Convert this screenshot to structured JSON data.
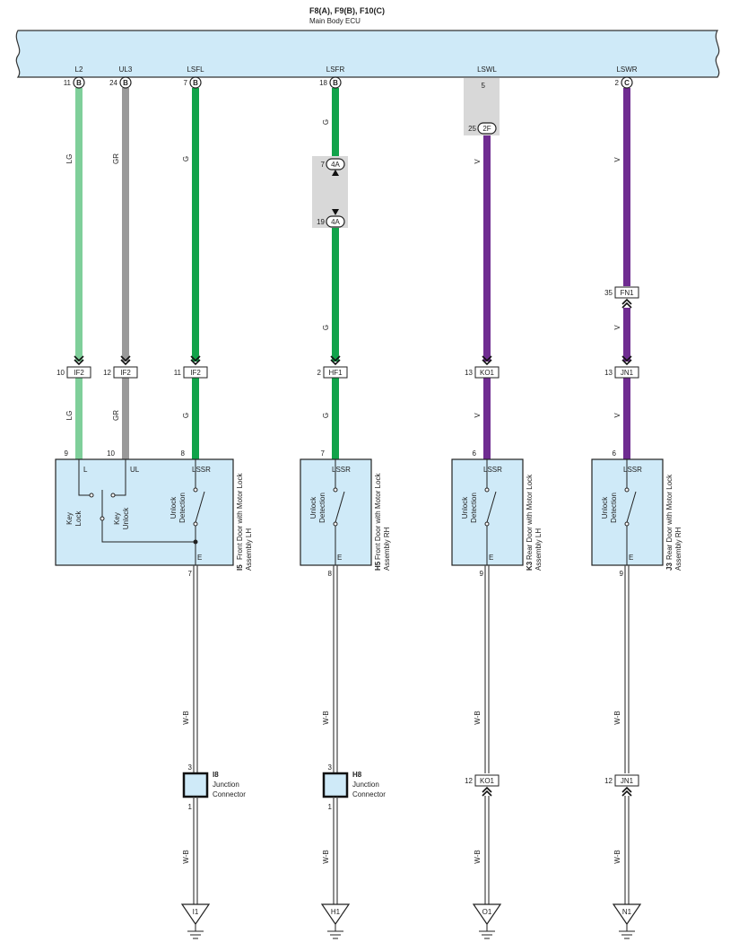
{
  "ecu": {
    "connectors": "F8(A), F9(B), F10(C)",
    "name": "Main Body ECU"
  },
  "colors": {
    "ecu_fill": "#cfeaf8",
    "component_fill": "#cfeaf8",
    "connector_shade": "#d8d8d8",
    "wire_LG": "#7fcf9a",
    "wire_GR": "#999999",
    "wire_G": "#11a34a",
    "wire_V": "#6f2c91",
    "wire_WB": "#444444"
  },
  "circuits": [
    {
      "id": "L2",
      "signal": "L2",
      "ecu_pin": "11",
      "ecu_conn": "B",
      "color_upper": "LG",
      "color_lower": "LG",
      "junction": {
        "pin": "10",
        "name": "IF2"
      },
      "comp_pin": "9"
    },
    {
      "id": "UL3",
      "signal": "UL3",
      "ecu_pin": "24",
      "ecu_conn": "B",
      "color_upper": "GR",
      "color_lower": "GR",
      "junction": {
        "pin": "12",
        "name": "IF2"
      },
      "comp_pin": "10"
    },
    {
      "id": "LSFL",
      "signal": "LSFL",
      "ecu_pin": "7",
      "ecu_conn": "B",
      "color_upper": "G",
      "color_lower": "G",
      "junction": {
        "pin": "11",
        "name": "IF2"
      },
      "comp_pin": "8"
    },
    {
      "id": "LSFR",
      "signal": "LSFR",
      "ecu_pin": "18",
      "ecu_conn": "B",
      "color_upper": "G",
      "color_mid": "G",
      "color_lower": "G",
      "inline": {
        "top_pin": "7",
        "bottom_pin": "19",
        "name": "4A"
      },
      "junction": {
        "pin": "2",
        "name": "HF1"
      },
      "comp_pin": "7"
    },
    {
      "id": "LSWL",
      "signal": "LSWL",
      "ecu_pin": "5",
      "inline": {
        "pin": "25",
        "name": "2F"
      },
      "color_upper": "V",
      "color_lower": "V",
      "junction": {
        "pin": "13",
        "name": "KO1"
      },
      "comp_pin": "6"
    },
    {
      "id": "LSWR",
      "signal": "LSWR",
      "ecu_pin": "2",
      "ecu_conn": "C",
      "color_upper": "V",
      "color_mid": "V",
      "color_lower": "V",
      "inline": {
        "pin": "35",
        "name": "FN1"
      },
      "junction": {
        "pin": "13",
        "name": "JN1"
      },
      "comp_pin": "6"
    }
  ],
  "components": [
    {
      "id": "I5",
      "name": "Front Door with Motor Lock Assembly LH",
      "pins": {
        "l": "L",
        "ul": "UL",
        "lssr": "LSSR",
        "e": "E"
      },
      "labels": {
        "key_lock": "Key Lock",
        "key_unlock": "Key Unlock",
        "unlock_detection": "Unlock Detection"
      },
      "ground_pin": "7"
    },
    {
      "id": "H5",
      "name": "Front Door with Motor Lock Assembly RH",
      "pins": {
        "lssr": "LSSR",
        "e": "E"
      },
      "labels": {
        "unlock_detection": "Unlock Detection"
      },
      "ground_pin": "8"
    },
    {
      "id": "K3",
      "name": "Rear Door with Motor Lock Assembly LH",
      "pins": {
        "lssr": "LSSR",
        "e": "E"
      },
      "labels": {
        "unlock_detection": "Unlock Detection"
      },
      "ground_pin": "9"
    },
    {
      "id": "J3",
      "name": "Rear Door with Motor Lock Assembly RH",
      "pins": {
        "lssr": "LSSR",
        "e": "E"
      },
      "labels": {
        "unlock_detection": "Unlock Detection"
      },
      "ground_pin": "9"
    }
  ],
  "ground_runs": [
    {
      "color_upper": "W-B",
      "color_lower": "W-B",
      "junction": {
        "kind": "box",
        "id": "I8",
        "name": "Junction Connector",
        "top_pin": "3",
        "bottom_pin": "1"
      },
      "ground": "I1"
    },
    {
      "color_upper": "W-B",
      "color_lower": "W-B",
      "junction": {
        "kind": "box",
        "id": "H8",
        "name": "Junction Connector",
        "top_pin": "3",
        "bottom_pin": "1"
      },
      "ground": "H1"
    },
    {
      "color_upper": "W-B",
      "color_lower": "W-B",
      "junction": {
        "kind": "conn",
        "pin": "12",
        "name": "KO1"
      },
      "ground": "O1"
    },
    {
      "color_upper": "W-B",
      "color_lower": "W-B",
      "junction": {
        "kind": "conn",
        "pin": "12",
        "name": "JN1"
      },
      "ground": "N1"
    }
  ]
}
